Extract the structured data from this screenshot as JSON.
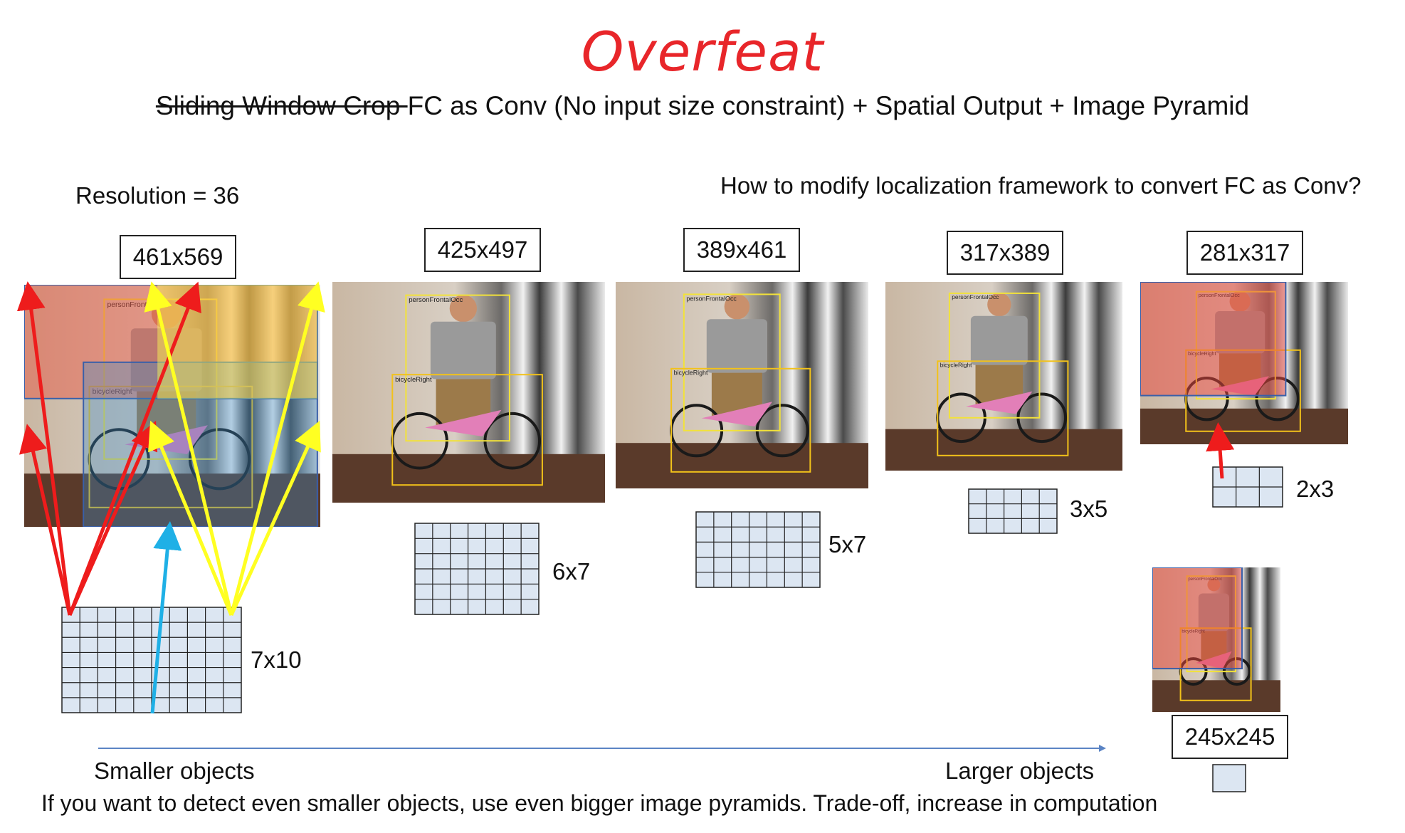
{
  "title": "Overfeat",
  "subtitle": {
    "struck": "Sliding Window Crop ",
    "rest": "FC as Conv (No input size constraint) + Spatial Output + Image Pyramid"
  },
  "resolution_note": "Resolution = 36",
  "question": "How to modify localization framework to convert FC as Conv?",
  "detection_labels": {
    "person": "personFrontalOcc",
    "bicycle": "bicycleRight"
  },
  "pyramid": [
    {
      "size": "461x569",
      "grid": "7x10",
      "rows": 7,
      "cols": 10
    },
    {
      "size": "425x497",
      "grid": "6x7",
      "rows": 6,
      "cols": 7
    },
    {
      "size": "389x461",
      "grid": "5x7",
      "rows": 5,
      "cols": 7
    },
    {
      "size": "317x389",
      "grid": "3x5",
      "rows": 3,
      "cols": 5
    },
    {
      "size": "281x317",
      "grid": "2x3",
      "rows": 2,
      "cols": 3
    },
    {
      "size": "245x245",
      "grid": "",
      "rows": 1,
      "cols": 1
    }
  ],
  "axis": {
    "left": "Smaller objects",
    "right": "Larger objects"
  },
  "footer": "If you want to detect even smaller objects, use even bigger image pyramids. Trade-off, increase in computation",
  "colors": {
    "title": "#e8262a",
    "grid_fill": "#dce6f2",
    "arrow_red": "#ee1c1c",
    "arrow_yellow": "#ffff22",
    "arrow_blue": "#1fb0e6",
    "axis_line": "#5b84c4",
    "person_box": "#f2e23a",
    "bicycle_box": "#f2c21a"
  }
}
